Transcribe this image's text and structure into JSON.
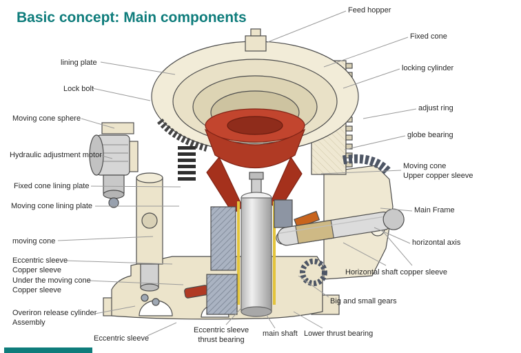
{
  "title": "Basic concept: Main components",
  "colors": {
    "accent": "#0e7c7b",
    "machine_body": "#efe8d2",
    "mantle_red": "#b03a24",
    "shaft_gray": "#d9d9d9"
  },
  "diagram": {
    "subject": "cone-crusher-cutaway",
    "labels": [
      {
        "id": "feed-hopper",
        "text": "Feed hopper"
      },
      {
        "id": "fixed-cone",
        "text": "Fixed cone"
      },
      {
        "id": "locking-cylinder",
        "text": "locking cylinder"
      },
      {
        "id": "adjust-ring",
        "text": "adjust ring"
      },
      {
        "id": "globe-bearing",
        "text": "globe bearing"
      },
      {
        "id": "moving-cone-upper-copper-sleeve",
        "text": "Moving cone\nUpper copper sleeve"
      },
      {
        "id": "main-frame",
        "text": "Main Frame"
      },
      {
        "id": "horizontal-axis",
        "text": "horizontal axis"
      },
      {
        "id": "horizontal-shaft-copper-sleeve",
        "text": "Horizontal shaft copper sleeve"
      },
      {
        "id": "big-and-small-gears",
        "text": "Big and small gears"
      },
      {
        "id": "lower-thrust-bearing",
        "text": "Lower thrust bearing"
      },
      {
        "id": "main-shaft",
        "text": "main shaft"
      },
      {
        "id": "eccentric-sleeve-thrust-bearing",
        "text": "Eccentric sleeve\nthrust bearing"
      },
      {
        "id": "eccentric-sleeve",
        "text": "Eccentric sleeve"
      },
      {
        "id": "overiron-release-cylinder-assembly",
        "text": "Overiron release cylinder\nAssembly"
      },
      {
        "id": "under-the-moving-cone-copper-sleeve",
        "text": "Under the moving cone\nCopper sleeve"
      },
      {
        "id": "eccentric-sleeve-copper-sleeve",
        "text": "Eccentric sleeve\nCopper sleeve"
      },
      {
        "id": "moving-cone",
        "text": "moving cone"
      },
      {
        "id": "moving-cone-lining-plate",
        "text": "Moving cone lining plate"
      },
      {
        "id": "fixed-cone-lining-plate",
        "text": "Fixed cone lining plate"
      },
      {
        "id": "hydraulic-adjustment-motor",
        "text": "Hydraulic adjustment motor"
      },
      {
        "id": "moving-cone-sphere",
        "text": "Moving cone sphere"
      },
      {
        "id": "lock-bolt",
        "text": "Lock bolt"
      },
      {
        "id": "lining-plate",
        "text": "lining plate"
      }
    ]
  }
}
